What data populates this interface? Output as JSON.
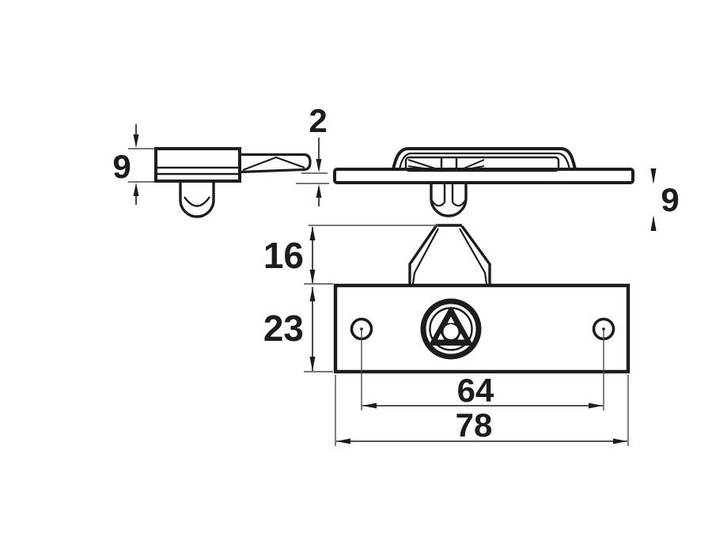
{
  "colors": {
    "line": "#1c1c1c",
    "thin_line": "#4a4a4a",
    "background": "#ffffff"
  },
  "drawing": {
    "views": {
      "keeper_side_view": {
        "dim_height": "9",
        "dim_lip": "2"
      },
      "frame_section_view": {
        "dim_peg_depth": "9"
      },
      "front_view": {
        "dim_nose_height": "16",
        "dim_plate_height": "23",
        "dim_hole_spacing": "64",
        "dim_plate_width": "78"
      }
    }
  }
}
